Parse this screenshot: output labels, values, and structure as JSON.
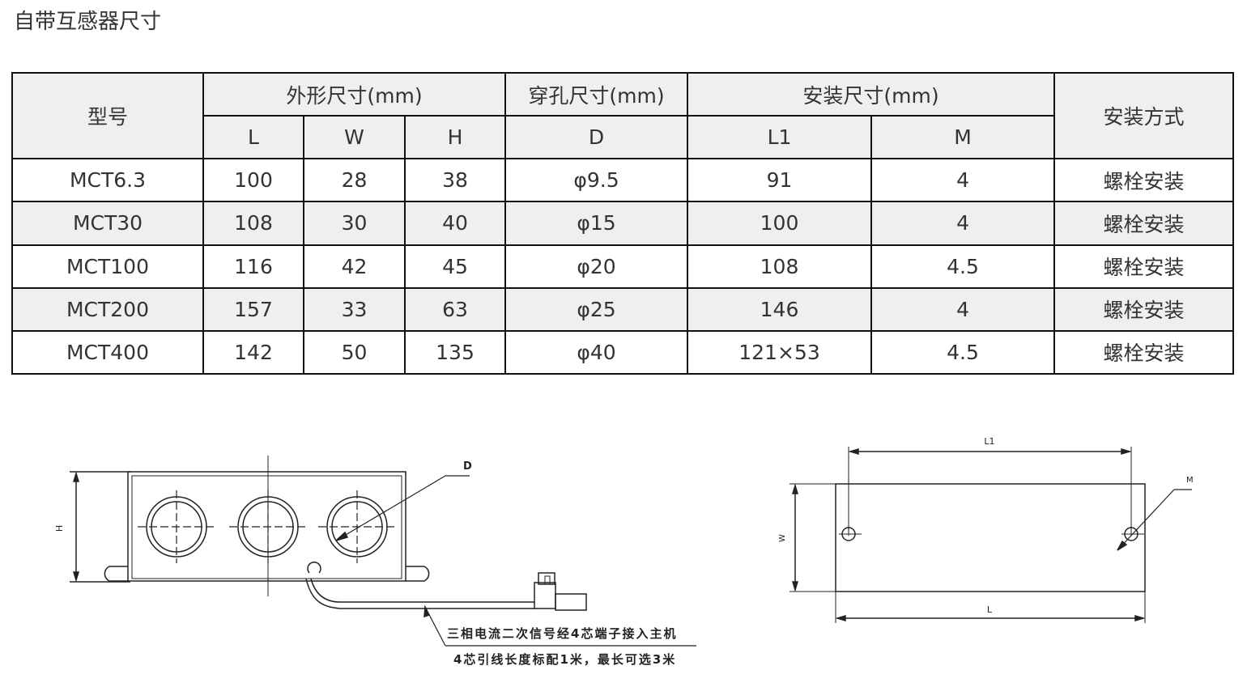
{
  "title": "自带互感器尺寸",
  "table": {
    "header_model": "型号",
    "header_outer": "外形尺寸(mm)",
    "header_hole": "穿孔尺寸(mm)",
    "header_install": "安装尺寸(mm)",
    "header_method": "安装方式",
    "sub_L": "L",
    "sub_W": "W",
    "sub_H": "H",
    "sub_D": "D",
    "sub_L1": "L1",
    "sub_M": "M",
    "rows": [
      {
        "model": "MCT6.3",
        "L": "100",
        "W": "28",
        "H": "38",
        "D": "φ9.5",
        "L1": "91",
        "M": "4",
        "method": "螺栓安装"
      },
      {
        "model": "MCT30",
        "L": "108",
        "W": "30",
        "H": "40",
        "D": "φ15",
        "L1": "100",
        "M": "4",
        "method": "螺栓安装"
      },
      {
        "model": "MCT100",
        "L": "116",
        "W": "42",
        "H": "45",
        "D": "φ20",
        "L1": "108",
        "M": "4.5",
        "method": "螺栓安装"
      },
      {
        "model": "MCT200",
        "L": "157",
        "W": "33",
        "H": "63",
        "D": "φ25",
        "L1": "146",
        "M": "4",
        "method": "螺栓安装"
      },
      {
        "model": "MCT400",
        "L": "142",
        "W": "50",
        "H": "135",
        "D": "φ40",
        "L1": "121×53",
        "M": "4.5",
        "method": "螺栓安装"
      }
    ]
  },
  "front_view": {
    "label_H": "H",
    "label_D": "D",
    "note_line1": "三相电流二次信号经4芯端子接入主机",
    "note_line2": "4芯引线长度标配1米，最长可选3米"
  },
  "top_view": {
    "label_L1": "L1",
    "label_W": "W",
    "label_M": "M",
    "label_L": "L"
  }
}
